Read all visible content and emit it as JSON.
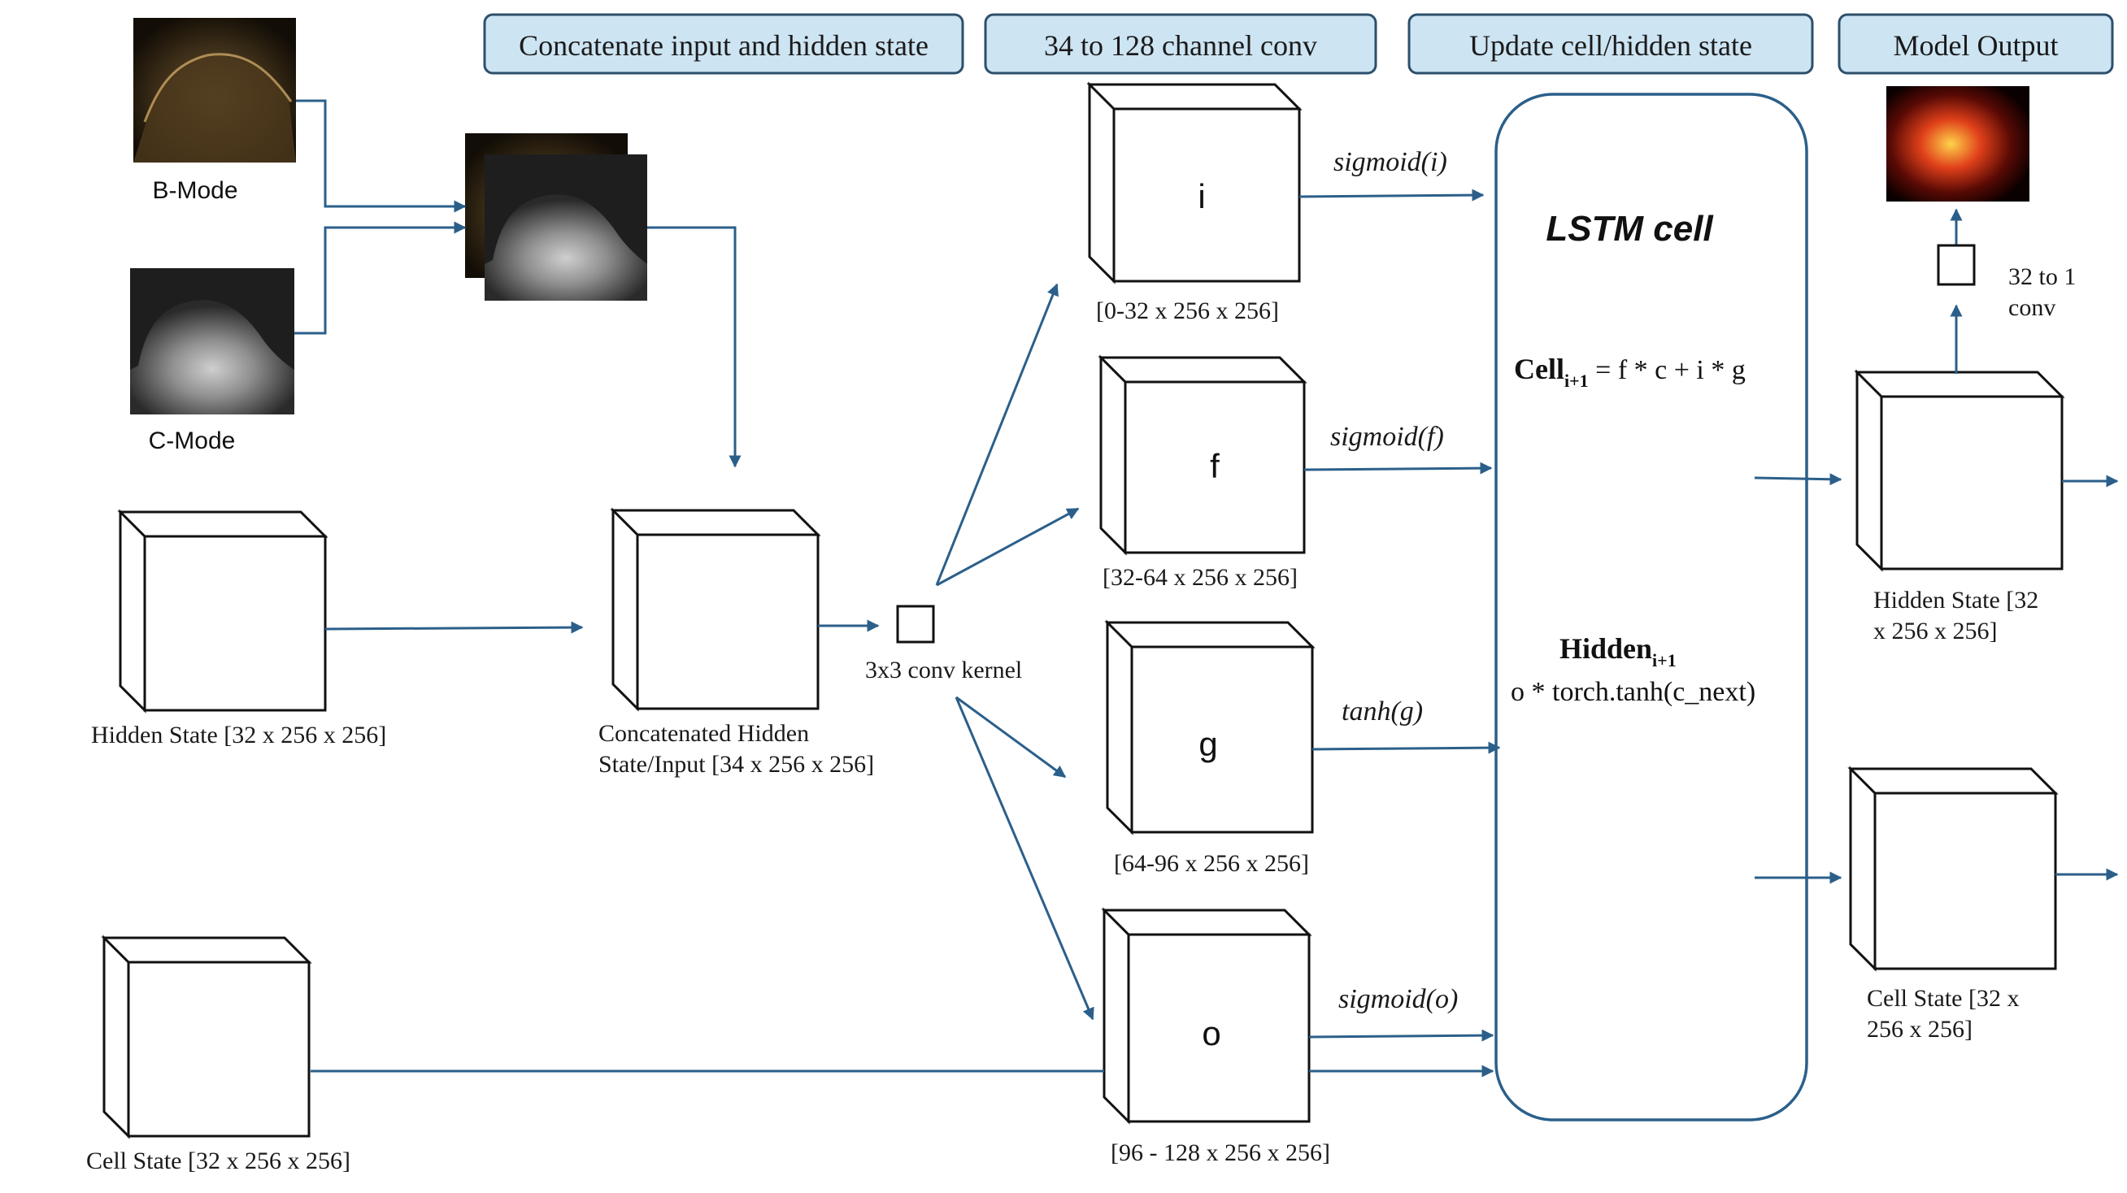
{
  "header": {
    "stage1": "Concatenate input and hidden state",
    "stage2": "34 to 128 channel conv",
    "stage3": "Update cell/hidden state",
    "stage4": "Model Output"
  },
  "inputs": {
    "bmode_label": "B-Mode",
    "cmode_label": "C-Mode"
  },
  "states": {
    "hidden_in_label": "Hidden State [32 x 256 x 256]",
    "cell_in_label": "Cell State [32 x 256 x 256]",
    "concat_label_line1": "Concatenated Hidden",
    "concat_label_line2": "State/Input [34 x 256 x 256]",
    "kernel_label": "3x3 conv kernel"
  },
  "gates": {
    "i": {
      "letter": "i",
      "range": "[0-32 x 256 x 256]",
      "activation": "sigmoid(i)"
    },
    "f": {
      "letter": "f",
      "range": "[32-64 x 256 x 256]",
      "activation": "sigmoid(f)"
    },
    "g": {
      "letter": "g",
      "range": "[64-96 x 256 x 256]",
      "activation": "tanh(g)"
    },
    "o": {
      "letter": "o",
      "range": "[96 - 128 x 256 x 256]",
      "activation": "sigmoid(o)"
    }
  },
  "lstm": {
    "title": "LSTM cell",
    "cell_eq_lhs": "Cell",
    "cell_eq_sub": "i+1",
    "cell_eq_rhs": " = f * c + i * g",
    "hidden_lhs": "Hidden",
    "hidden_sub": "i+1",
    "hidden_eq": "o * torch.tanh(c_next)"
  },
  "output": {
    "conv_line1": "32 to 1",
    "conv_line2": "conv",
    "hidden_out_line1": "Hidden State [32",
    "hidden_out_line2": "x 256 x 256]",
    "cell_out_line1": "Cell State [32 x",
    "cell_out_line2": "256 x 256]"
  },
  "colors": {
    "arrow": "#2b5f8a",
    "header_fill": "#cde4f2",
    "header_stroke": "#2d4f6b"
  }
}
